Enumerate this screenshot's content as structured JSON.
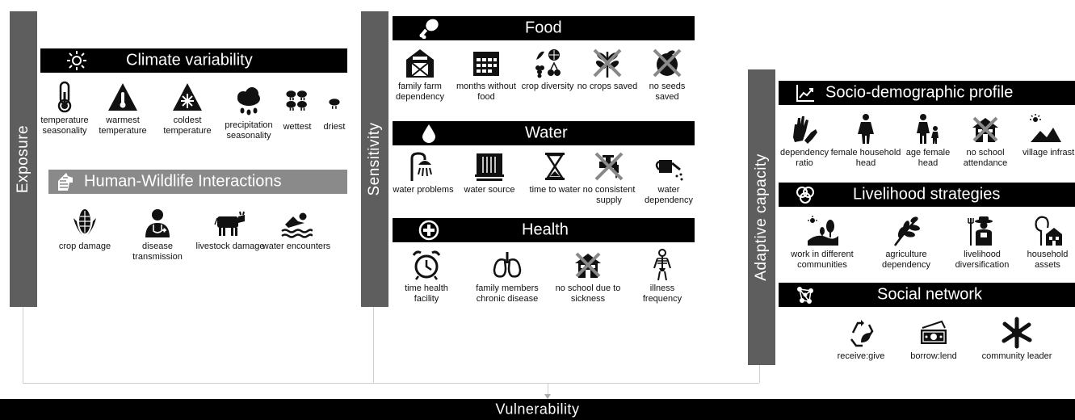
{
  "exposure": {
    "label": "Exposure",
    "climate": {
      "title": "Climate variability",
      "items": [
        {
          "label": "temperature seasonality",
          "icon": "thermometer-icon"
        },
        {
          "label": "warmest temperature",
          "icon": "warning-thermometer-icon"
        },
        {
          "label": "coldest temperature",
          "icon": "warning-snowflake-icon"
        },
        {
          "label": "precipitation seasonality",
          "icon": "rain-cloud-icon"
        },
        {
          "label": "wettest",
          "icon": "many-clouds-icon"
        },
        {
          "label": "driest",
          "icon": "small-cloud-icon"
        }
      ]
    },
    "wildlife": {
      "title": "Human-Wildlife Interactions",
      "items": [
        {
          "label": "crop damage",
          "icon": "corn-icon"
        },
        {
          "label": "disease transmission",
          "icon": "doctor-icon"
        },
        {
          "label": "livestock damage",
          "icon": "cow-icon"
        },
        {
          "label": "water encounters",
          "icon": "swimmer-icon"
        }
      ]
    }
  },
  "sensitivity": {
    "label": "Sensitivity",
    "food": {
      "title": "Food",
      "items": [
        {
          "label": "family farm dependency",
          "icon": "barn-icon"
        },
        {
          "label": "months without food",
          "icon": "calendar-icon"
        },
        {
          "label": "crop diversity",
          "icon": "fruits-icon"
        },
        {
          "label": "no crops saved",
          "icon": "crossed-crop-icon"
        },
        {
          "label": "no seeds saved",
          "icon": "crossed-seed-icon"
        }
      ]
    },
    "water": {
      "title": "Water",
      "items": [
        {
          "label": "water problems",
          "icon": "shower-icon"
        },
        {
          "label": "water source",
          "icon": "waterfall-icon"
        },
        {
          "label": "time to water",
          "icon": "hourglass-icon"
        },
        {
          "label": "no consistent supply",
          "icon": "crossed-tap-icon"
        },
        {
          "label": "water dependency",
          "icon": "watering-can-icon"
        }
      ]
    },
    "health": {
      "title": "Health",
      "items": [
        {
          "label": "time health facility",
          "icon": "alarm-clock-icon"
        },
        {
          "label": "family members chronic disease",
          "icon": "lungs-icon"
        },
        {
          "label": "no school due to sickness",
          "icon": "crossed-school-icon"
        },
        {
          "label": "illness frequency",
          "icon": "skeleton-icon"
        }
      ]
    }
  },
  "adaptive": {
    "label": "Adaptive capacity",
    "socio": {
      "title": "Socio-demographic profile",
      "items": [
        {
          "label": "dependency ratio",
          "icon": "hands-icon"
        },
        {
          "label": "female household head",
          "icon": "woman-icon"
        },
        {
          "label": "age female head",
          "icon": "woman-child-icon"
        },
        {
          "label": "no school attendance",
          "icon": "crossed-school-icon"
        },
        {
          "label": "village infrastructure",
          "icon": "village-icon"
        }
      ]
    },
    "livelihood": {
      "title": "Livelihood strategies",
      "items": [
        {
          "label": "work in different communities",
          "icon": "landscape-icon"
        },
        {
          "label": "agriculture dependency",
          "icon": "plant-icon"
        },
        {
          "label": "livelihood diversification",
          "icon": "farmer-icon"
        },
        {
          "label": "household assets",
          "icon": "house-tree-icon"
        }
      ]
    },
    "social": {
      "title": "Social network",
      "items": [
        {
          "label": "receive:give",
          "icon": "recycle-icon"
        },
        {
          "label": "borrow:lend",
          "icon": "money-icon"
        },
        {
          "label": "community leader",
          "icon": "hands-circle-icon"
        }
      ]
    }
  },
  "result": {
    "label": "Vulnerability"
  }
}
